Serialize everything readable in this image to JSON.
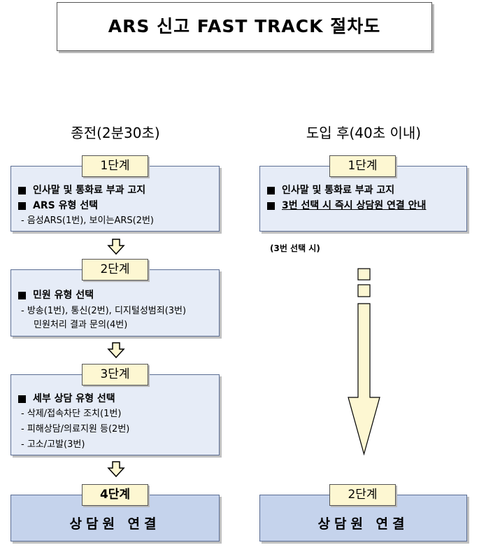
{
  "title": "ARS 신고 FAST TRACK 절차도",
  "left_column": {
    "header": "종전(2분30초)",
    "steps": [
      {
        "label": "1단계",
        "bullets": [
          "인사말 및 통화료 부과 고지",
          "ARS 유형 선택"
        ],
        "subs": [
          "- 음성ARS(1번), 보이는ARS(2번)"
        ]
      },
      {
        "label": "2단계",
        "bullets": [
          "민원 유형 선택"
        ],
        "subs": [
          "- 방송(1번), 통신(2번), 디지털성범죄(3번)",
          "  민원처리 결과 문의(4번)"
        ]
      },
      {
        "label": "3단계",
        "bullets": [
          "세부 상담 유형 선택"
        ],
        "subs": [
          "- 삭제/접속차단 조치(1번)",
          "- 피해상담/의료지원 등(2번)",
          "- 고소/고발(3번)"
        ]
      }
    ],
    "final": {
      "label": "4단계",
      "text": "상담원 연결"
    }
  },
  "right_column": {
    "header": "도입 후(40초 이내)",
    "step": {
      "label": "1단계",
      "bullets": [
        "인사말 및 통화료 부과 고지",
        "3번 선택 시 즉시 상담원 연결 안내"
      ]
    },
    "note": "(3번 선택 시)",
    "final": {
      "label": "2단계",
      "text": "상담원 연결"
    }
  },
  "colors": {
    "step_fill": "#e6ecf7",
    "final_fill": "#c5d3ec",
    "label_fill": "#fdf7d2",
    "arrow_fill": "#fdf7d2"
  }
}
